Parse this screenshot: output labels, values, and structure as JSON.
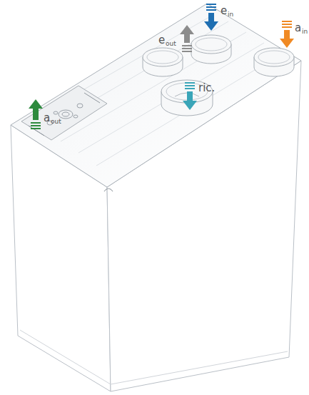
{
  "diagram": {
    "labels": [
      "e",
      "in",
      "a",
      "in",
      "e",
      "out",
      "ric.",
      "a",
      "out"
    ]
  }
}
